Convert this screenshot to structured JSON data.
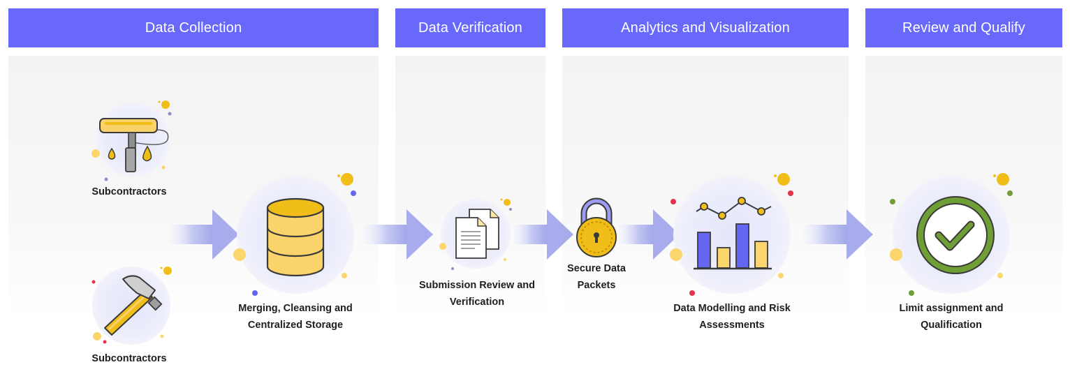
{
  "stages": [
    {
      "title": "Data Collection"
    },
    {
      "title": "Data Verification"
    },
    {
      "title": "Analytics and Visualization"
    },
    {
      "title": "Review and Qualify"
    }
  ],
  "nodes": {
    "subcontractors_1": "Subcontractors",
    "subcontractors_2": "Subcontractors",
    "storage": "Merging, Cleansing and Centralized Storage",
    "review": "Submission Review and Verification",
    "secure": "Secure Data Packets",
    "modelling": "Data Modelling and Risk Assessments",
    "limit": "Limit assignment and Qualification"
  },
  "icons": {
    "subcontractors_1": "paint-roller-icon",
    "subcontractors_2": "hammer-icon",
    "storage": "database-icon",
    "review": "documents-icon",
    "secure": "padlock-icon",
    "modelling": "bar-line-chart-icon",
    "limit": "check-circle-icon"
  },
  "colors": {
    "header": "#6868fb",
    "accent_yellow": "#f1be19",
    "accent_purple": "#6366f1",
    "accent_red": "#e5334e",
    "accent_green": "#6e9e35",
    "flow_arrow": "#a8acec"
  }
}
